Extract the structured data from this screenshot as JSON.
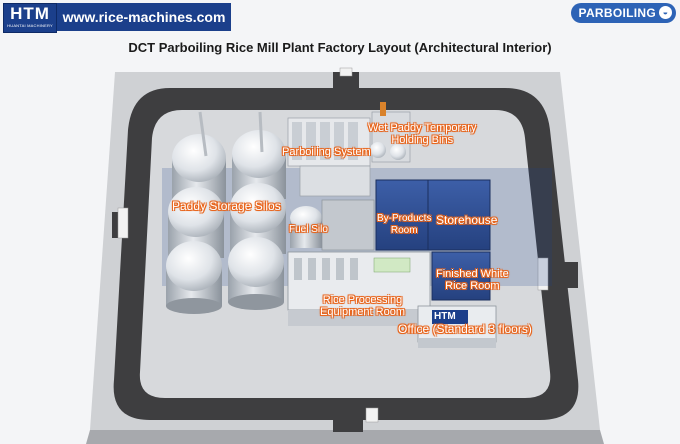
{
  "header": {
    "logo_text": "HTM",
    "logo_subtext": "HUANTAI MACHINERY",
    "website": "www.rice-machines.com",
    "badge": "PARBOILING"
  },
  "title": "DCT Parboiling Rice Mill Plant Factory Layout (Architectural Interior)",
  "labels": {
    "wet_paddy": "Wet Paddy Temporary\nHolding Bins",
    "parboiling_system": "Parboiling System",
    "paddy_silos": "Paddy Storage Silos",
    "fuel_silo": "Fuel Silo",
    "by_products": "By-Products\nRoom",
    "storehouse": "Storehouse",
    "finished_rice": "Finished White\nRice Room",
    "processing_room": "Rice Processing\nEquipment Room",
    "office": "Office (Standard 3 floors)",
    "office_sign": "HTM"
  },
  "colors": {
    "road": "#3e3e40",
    "ground": "#d9dadc",
    "label_outline": "#e8641b",
    "brand_blue": "#1b3f8b"
  }
}
